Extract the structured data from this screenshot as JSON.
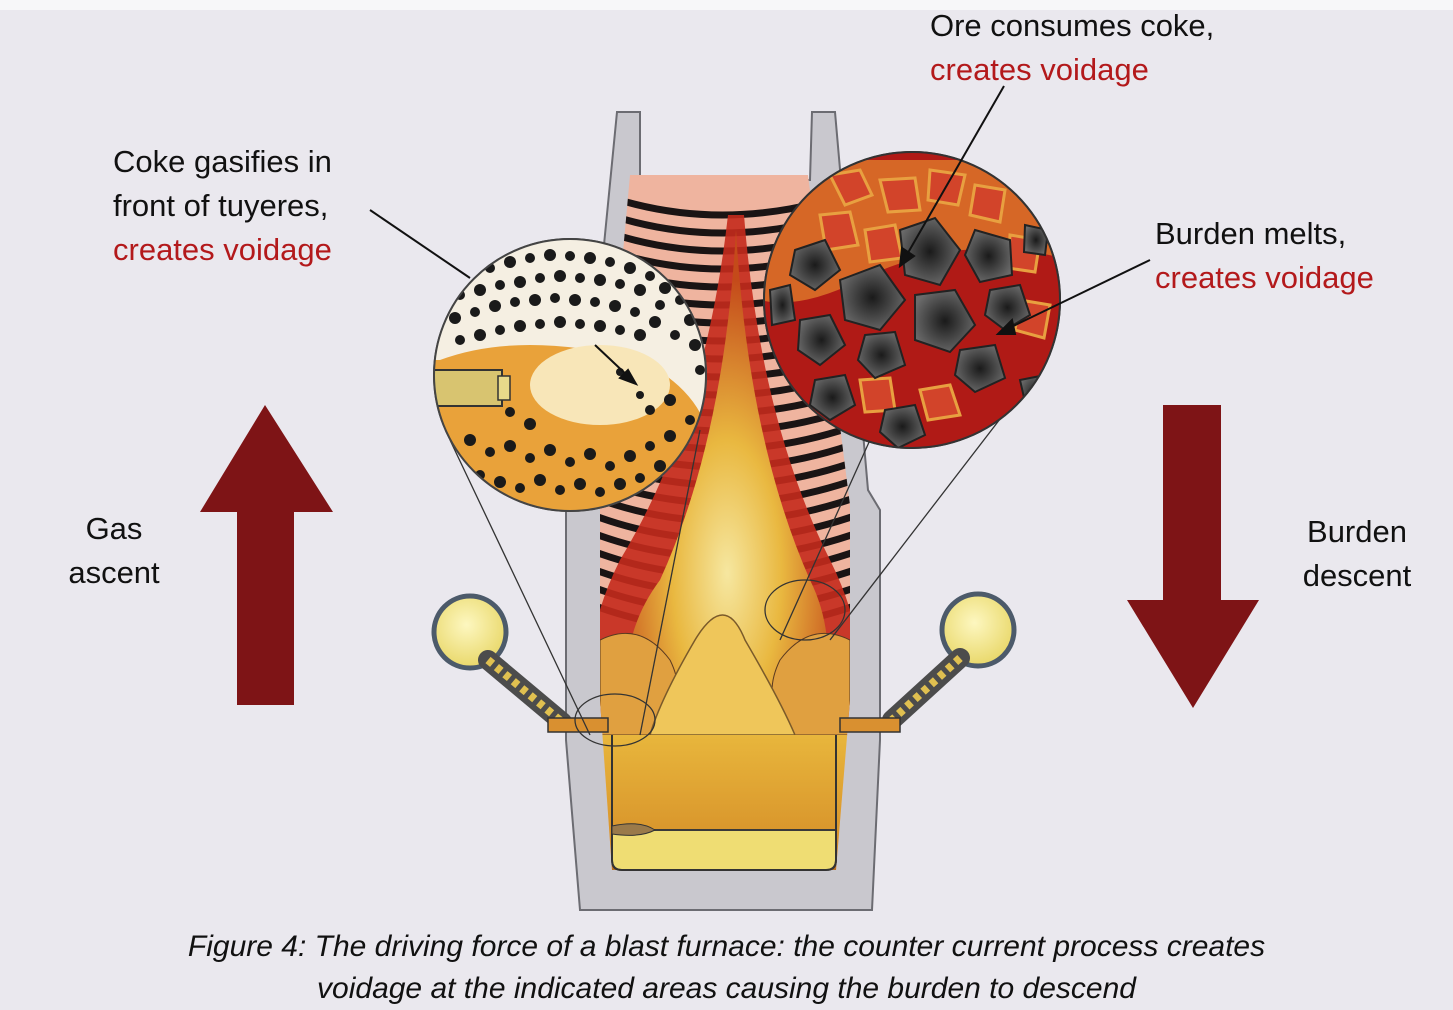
{
  "labels": {
    "coke_gasifies": {
      "line1": "Coke gasifies in",
      "line2": "front of tuyeres,",
      "line3": "creates voidage"
    },
    "ore_consumes": {
      "line1": "Ore consumes coke,",
      "line2": "creates voidage"
    },
    "burden_melts": {
      "line1": "Burden melts,",
      "line2": "creates voidage"
    },
    "gas_ascent": {
      "line1": "Gas",
      "line2": "ascent"
    },
    "burden_descent": {
      "line1": "Burden",
      "line2": "descent"
    }
  },
  "caption": {
    "line1": "Figure 4: The driving force of a blast furnace: the counter current process creates",
    "line2": "voidage at the indicated areas causing the burden to descend"
  },
  "colors": {
    "arrow": "#7e1416",
    "highlight_text": "#b3191b",
    "furnace_wall": "#c9c8ce",
    "hot_core": "#e8b83a",
    "melt_zone": "#b51e16",
    "layer_dark": "#1a1414",
    "layer_light": "#f0a58f"
  }
}
